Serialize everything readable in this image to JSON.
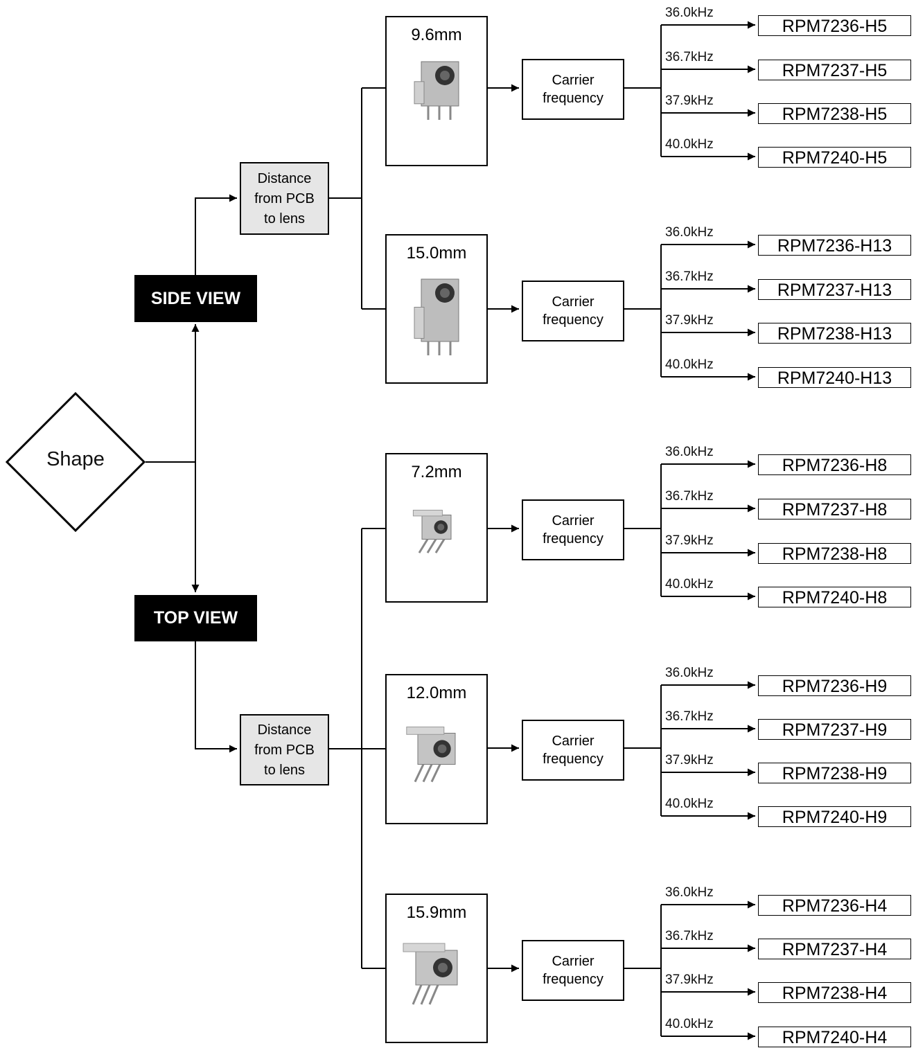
{
  "root": {
    "label": "Shape"
  },
  "views": {
    "side": "SIDE VIEW",
    "top": "TOP VIEW"
  },
  "distance_label": [
    "Distance",
    "from PCB",
    "to lens"
  ],
  "carrier_label": [
    "Carrier",
    "frequency"
  ],
  "sensors": [
    {
      "distance": "9.6mm",
      "icon": "sensor-side-short-icon",
      "options": [
        {
          "freq": "36.0kHz",
          "part": "RPM7236-H5"
        },
        {
          "freq": "36.7kHz",
          "part": "RPM7237-H5"
        },
        {
          "freq": "37.9kHz",
          "part": "RPM7238-H5"
        },
        {
          "freq": "40.0kHz",
          "part": "RPM7240-H5"
        }
      ]
    },
    {
      "distance": "15.0mm",
      "icon": "sensor-side-tall-icon",
      "options": [
        {
          "freq": "36.0kHz",
          "part": "RPM7236-H13"
        },
        {
          "freq": "36.7kHz",
          "part": "RPM7237-H13"
        },
        {
          "freq": "37.9kHz",
          "part": "RPM7238-H13"
        },
        {
          "freq": "40.0kHz",
          "part": "RPM7240-H13"
        }
      ]
    },
    {
      "distance": "7.2mm",
      "icon": "sensor-top-small-icon",
      "options": [
        {
          "freq": "36.0kHz",
          "part": "RPM7236-H8"
        },
        {
          "freq": "36.7kHz",
          "part": "RPM7237-H8"
        },
        {
          "freq": "37.9kHz",
          "part": "RPM7238-H8"
        },
        {
          "freq": "40.0kHz",
          "part": "RPM7240-H8"
        }
      ]
    },
    {
      "distance": "12.0mm",
      "icon": "sensor-top-medium-icon",
      "options": [
        {
          "freq": "36.0kHz",
          "part": "RPM7236-H9"
        },
        {
          "freq": "36.7kHz",
          "part": "RPM7237-H9"
        },
        {
          "freq": "37.9kHz",
          "part": "RPM7238-H9"
        },
        {
          "freq": "40.0kHz",
          "part": "RPM7240-H9"
        }
      ]
    },
    {
      "distance": "15.9mm",
      "icon": "sensor-top-large-icon",
      "options": [
        {
          "freq": "36.0kHz",
          "part": "RPM7236-H4"
        },
        {
          "freq": "36.7kHz",
          "part": "RPM7237-H4"
        },
        {
          "freq": "37.9kHz",
          "part": "RPM7238-H4"
        },
        {
          "freq": "40.0kHz",
          "part": "RPM7240-H4"
        }
      ]
    }
  ]
}
